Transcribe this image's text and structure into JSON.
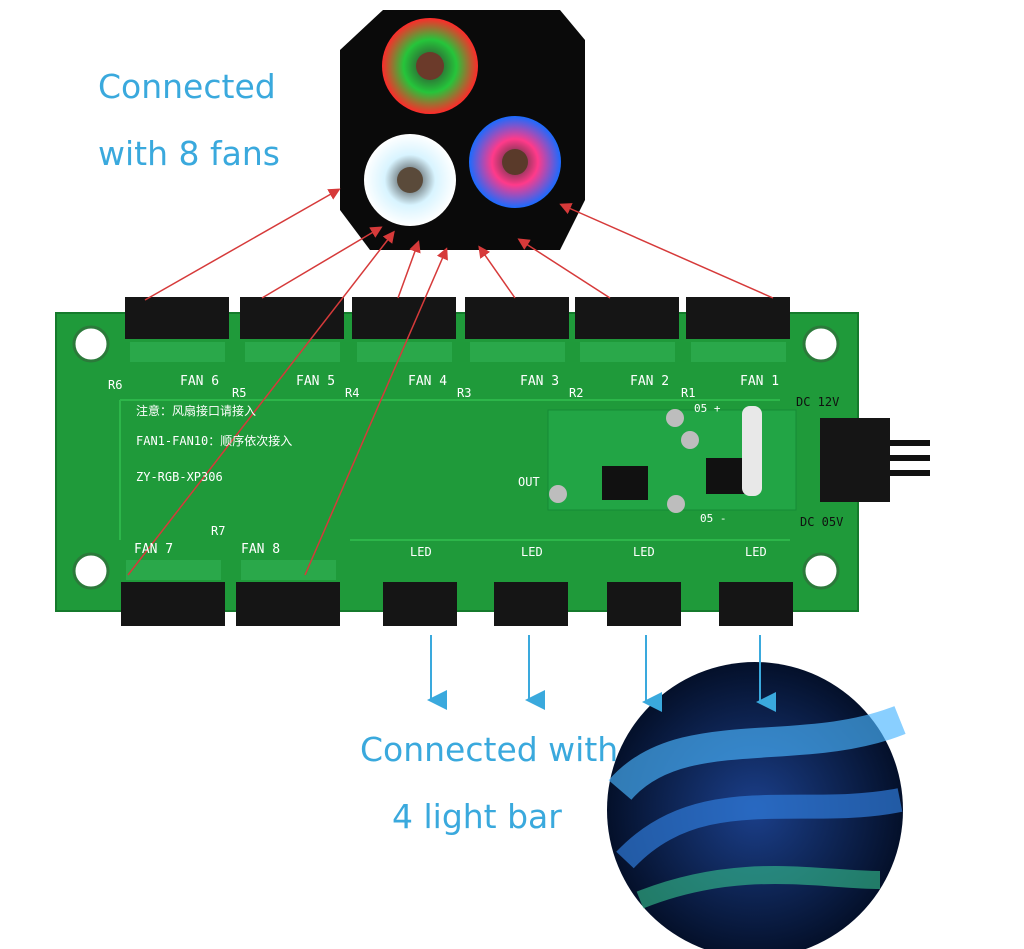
{
  "captions": {
    "fans_line1": "Connected",
    "fans_line2": "with 8 fans",
    "bar_line1": "Connected with",
    "bar_line2": "4 light bar"
  },
  "board": {
    "fan_labels": [
      "FAN 6",
      "FAN 5",
      "FAN 4",
      "FAN 3",
      "FAN 2",
      "FAN 1",
      "FAN 7",
      "FAN 8"
    ],
    "resistors": [
      "R6",
      "R5",
      "R4",
      "R3",
      "R2",
      "R1",
      "R7"
    ],
    "led_labels": [
      "LED",
      "LED",
      "LED",
      "LED"
    ],
    "notice_line1": "注意：风扇接口请接入",
    "notice_line2": "FAN1-FAN10：顺序依次接入",
    "model": "ZY-RGB-XP306",
    "out_label": "OUT",
    "dc12": "DC 12V",
    "dc5": "DC 05V",
    "mark_05_plus": "05 +",
    "mark_05_minus": "05 -"
  },
  "colors": {
    "caption": "#3aa9dd",
    "pcb": "#1f9a3a",
    "arrow_red": "#d63a3a",
    "arrow_blue": "#3aa9dd"
  }
}
